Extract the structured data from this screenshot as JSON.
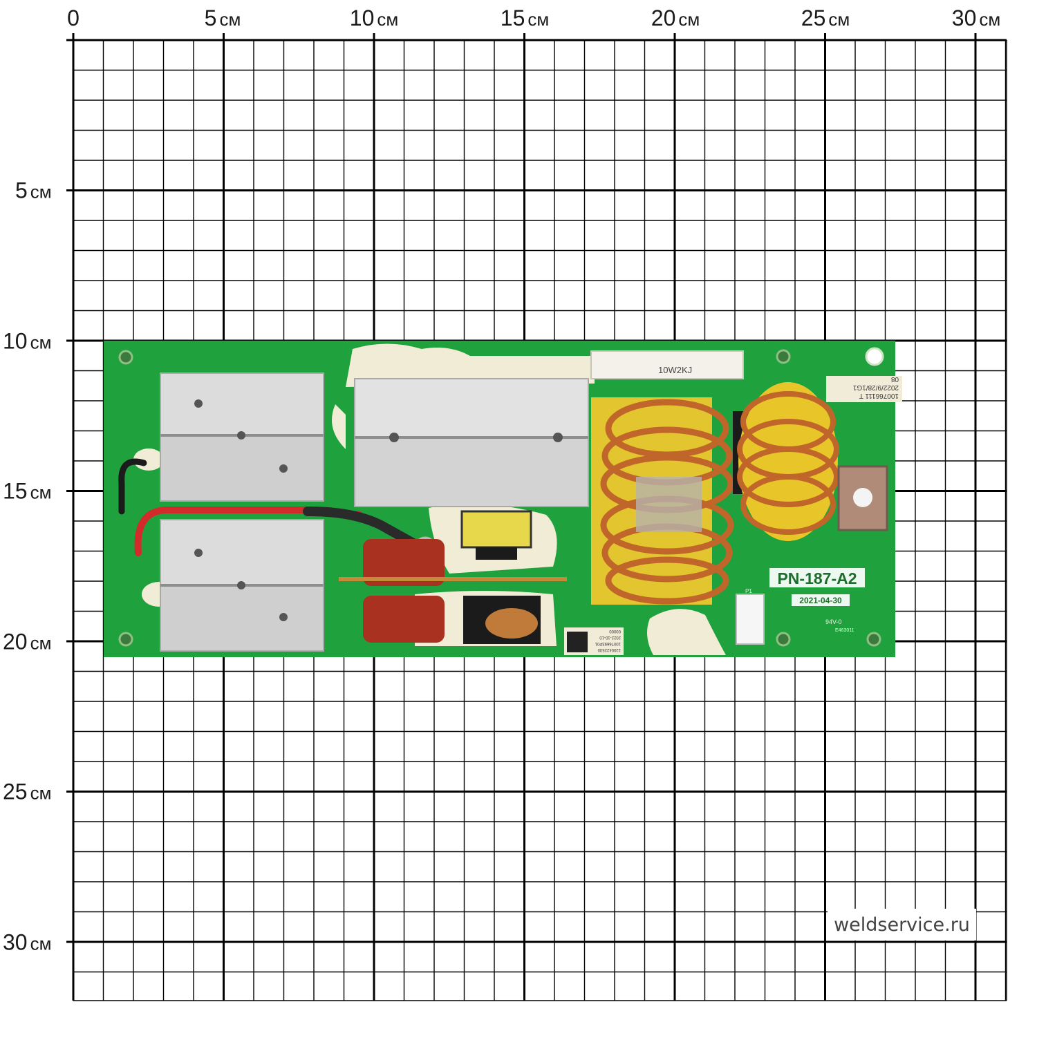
{
  "ruler": {
    "unit": "см",
    "top": [
      "0",
      "5",
      "10",
      "15",
      "20",
      "25",
      "30"
    ],
    "left": [
      "5",
      "10",
      "15",
      "20",
      "25",
      "30"
    ]
  },
  "board": {
    "part_number": "PN-187-A2",
    "date": "2021-04-30",
    "resistor_marking": "10W2KJ",
    "sticker_code": "100766111 T",
    "sticker_date": "2022/9/28/1G1",
    "sticker_line": "08",
    "qr_label_code": "1200422530",
    "qr_label_serial": "10076693P01",
    "qr_label_date": "2022-10-10",
    "qr_label_extra": "00000",
    "connector_label": "P1",
    "ul_mark": "94V-0",
    "ul_file": "E463011"
  },
  "colors": {
    "pcb": "#1fa23d",
    "copper": "#c0662a",
    "heatsink": "#d9d9d9",
    "capacitor": "#a8321f",
    "grid": "#000000"
  },
  "watermark": "weldservice.ru"
}
